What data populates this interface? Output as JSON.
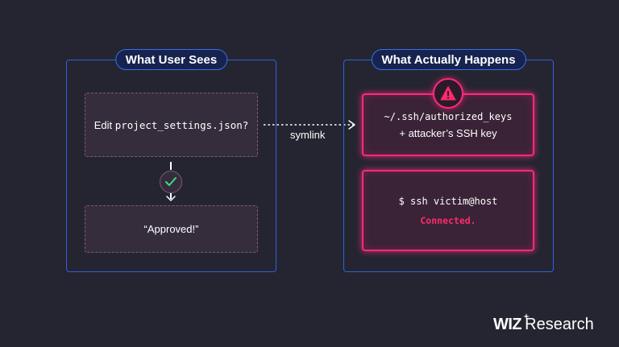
{
  "left_panel": {
    "title": "What User Sees",
    "prompt_prefix": "Edit",
    "prompt_file": "project_settings.json?",
    "approved_text": "“Approved!”"
  },
  "right_panel": {
    "title": "What Actually Happens",
    "keys_path": "~/.ssh/authorized_keys",
    "keys_note": "+ attacker’s SSH key",
    "ssh_command": "$ ssh victim@host",
    "ssh_status": "Connected."
  },
  "connector": {
    "label": "symlink"
  },
  "logo": {
    "brand": "WIZ",
    "suffix": "Research"
  },
  "icons": [
    "warning-icon",
    "check-icon",
    "down-arrow-icon",
    "dotted-arrow-icon",
    "wiz-star-icon"
  ],
  "colors": {
    "background": "#242530",
    "panel_border": "#2f5fe0",
    "alert": "#ff2a7a",
    "check": "#3ddc84"
  }
}
